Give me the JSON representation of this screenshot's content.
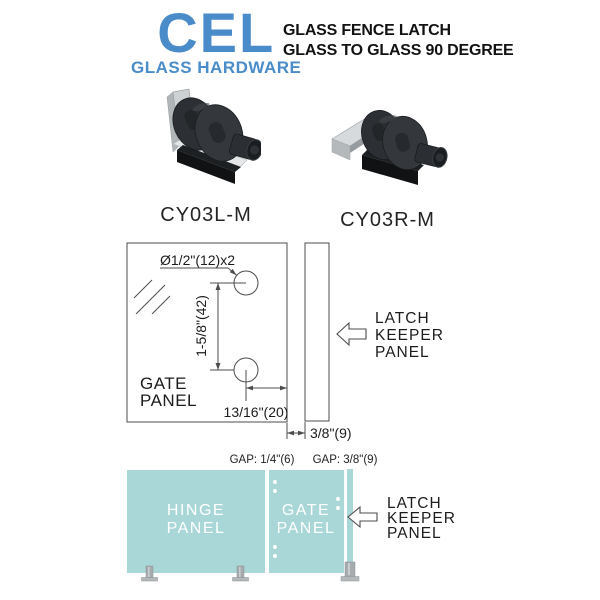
{
  "header": {
    "logo_text": "CEL",
    "logo_subtitle": "GLASS HARDWARE",
    "title_line1": "GLASS FENCE LATCH",
    "title_line2": "GLASS TO GLASS 90 DEGREE"
  },
  "products": {
    "left_model": "CY03L-M",
    "right_model": "CY03R-M"
  },
  "drawing": {
    "hole_label": "Ø1/2\"(12)x2",
    "vertical_dim": "1-5/8\"(42)",
    "horizontal_dim": "13/16\"(20)",
    "gap_dim": "3/8\"(9)",
    "gate_lines": [
      "GATE",
      "PANEL"
    ],
    "keeper_lines": [
      "LATCH",
      "KEEPER",
      "PANEL"
    ]
  },
  "installation": {
    "gap_left": "GAP: 1/4\"(6)",
    "gap_right": "GAP: 3/8\"(9)",
    "hinge_lines": [
      "HINGE",
      "PANEL"
    ],
    "gate_lines": [
      "GATE",
      "PANEL"
    ],
    "keeper_lines": [
      "LATCH",
      "KEEPER",
      "PANEL"
    ]
  },
  "colors": {
    "logo_blue": "#4a8cc9",
    "glass_teal": "#a9d6d6",
    "line_gray": "#4d4d4d",
    "latch_body": "#2c2f33",
    "bracket_metal": "#cdd1d3"
  }
}
